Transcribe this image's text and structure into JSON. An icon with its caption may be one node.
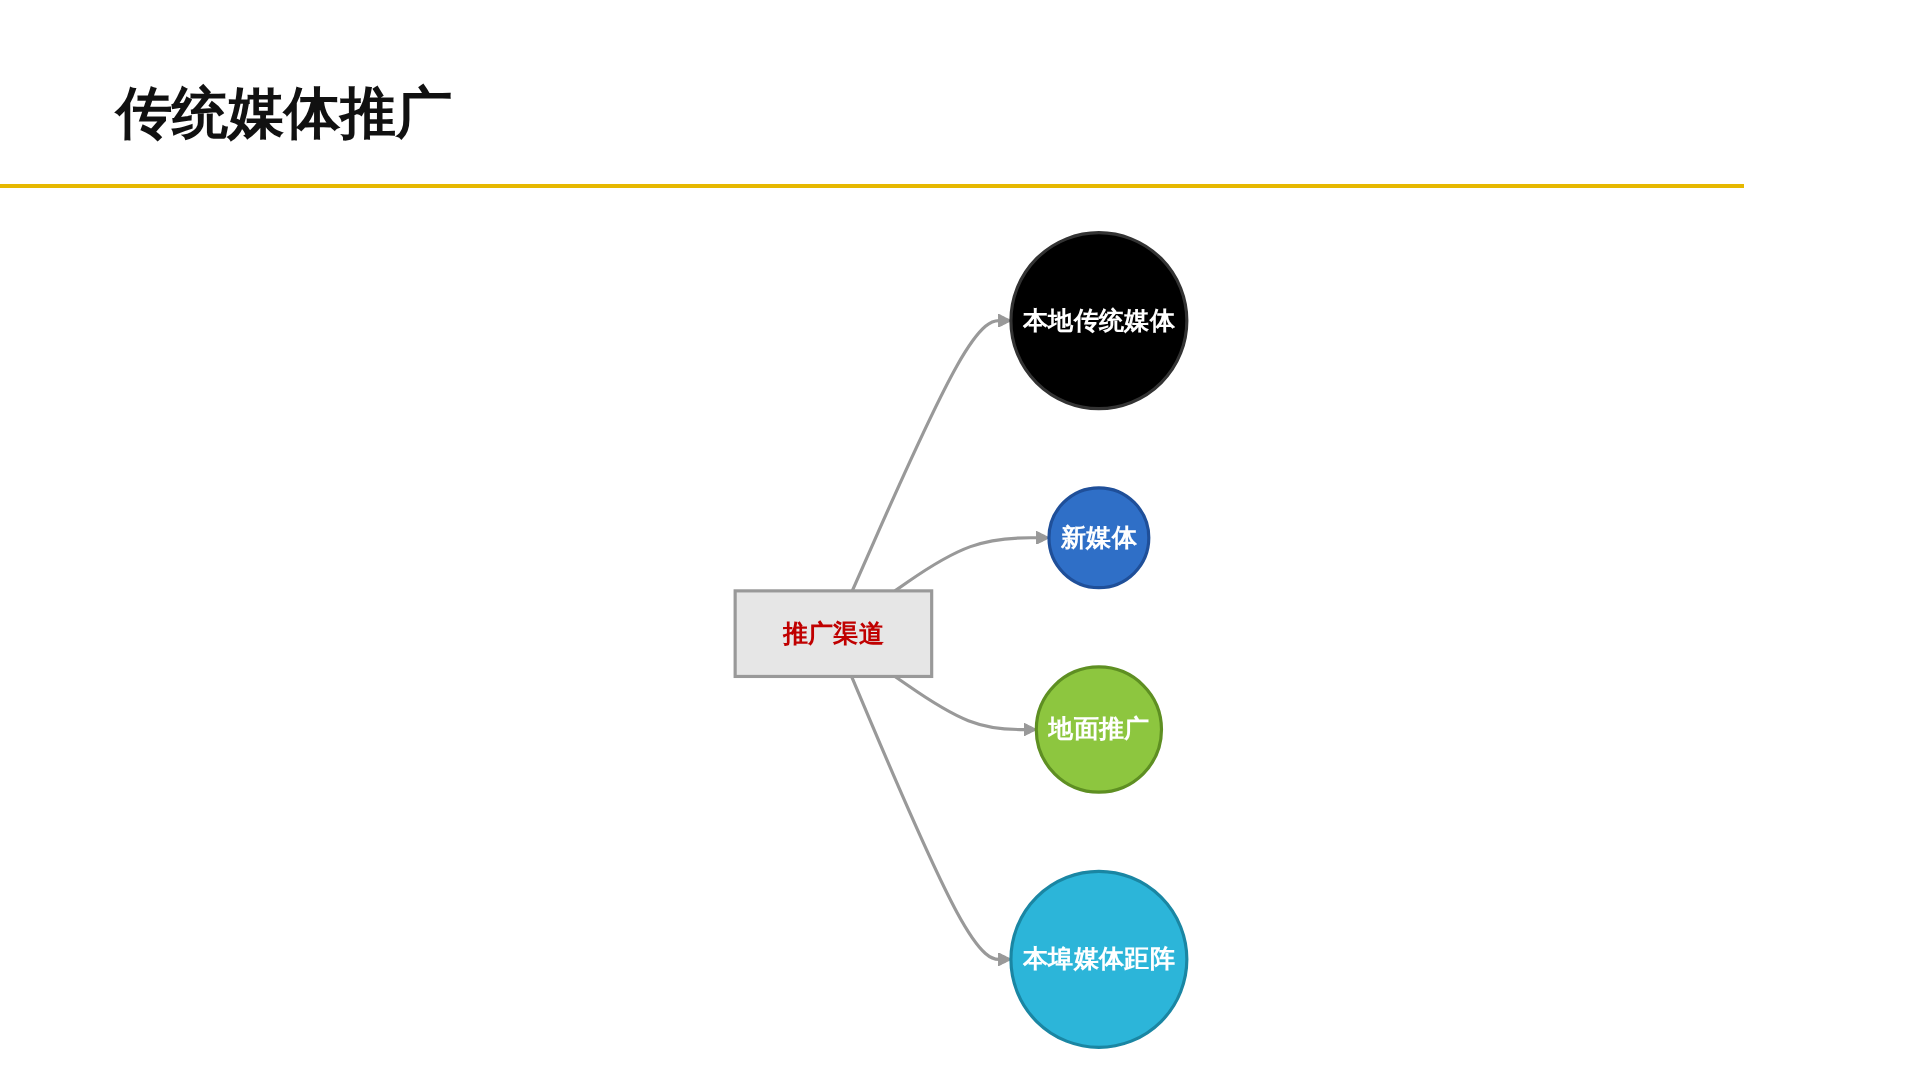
{
  "diagram": {
    "title": "传统媒体推广",
    "nodes": [
      {
        "text": [
          "本地传统媒体"
        ]
      },
      {
        "text": [
          "新媒体"
        ]
      },
      {
        "text": [
          "推广渠道"
        ]
      },
      {
        "text": [
          "地面推广"
        ]
      },
      {
        "text": [
          "本埠媒体距阵"
        ]
      }
    ],
    "edges": [
      {
        "from": 2,
        "to": 0,
        "arrow": "to"
      },
      {
        "from": 2,
        "to": 1,
        "arrow": "to"
      },
      {
        "from": 2,
        "to": 3,
        "arrow": "to"
      },
      {
        "from": 2,
        "to": 4,
        "arrow": "to"
      }
    ]
  }
}
